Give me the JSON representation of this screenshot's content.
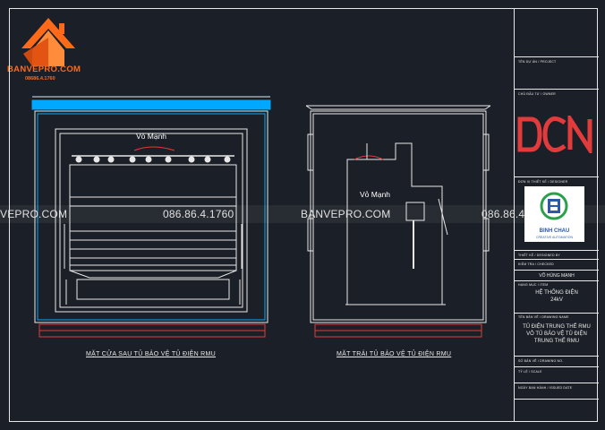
{
  "brand": {
    "name": "BANVEPRO.COM",
    "phone": "08686.4.1760"
  },
  "watermark": {
    "site": "BANVEPRO.COM",
    "phone": "086.86.4.1760",
    "site_partial": "VEPRO.COM"
  },
  "drawing": {
    "view_rear_caption": "MẶT CỬA SAU TỦ BẢO VỆ TỦ ĐIỆN RMU",
    "view_side_caption": "MẶT TRÁI TỦ BẢO VỆ TỦ ĐIỆN RMU",
    "rear_label": "Vỏ Mạnh",
    "side_label": "Vỏ Mạnh"
  },
  "title_block": {
    "row1": "TÊN DỰ ÁN / PROJECT",
    "row2": "CHỦ ĐẦU TƯ / OWNER",
    "row3": "ĐƠN VỊ THIẾT KẾ / DESIGNER",
    "dcn_logo": "DCN",
    "contractor_name": "BINH CHAU",
    "contractor_sub": "CREATIVE AUTOMATION",
    "row_design": "THIẾT KẾ / DESIGNED BY",
    "row_check": "KIỂM TRA / CHECKED",
    "designer_name": "VÕ HÙNG MẠNH",
    "row_item": "HẠNG MỤC / ITEM",
    "item_value": "HỆ THỐNG ĐIỆN 24kV",
    "row_drawing": "TÊN BẢN VẼ / DRAWING NAME",
    "drawing_value": "TỦ ĐIỆN TRUNG THẾ RMU VỎ TỦ BẢO VỆ TỦ ĐIỆN TRUNG THẾ RMU",
    "row_no": "SỐ BẢN VẼ / DRAWING NO.",
    "row_scale": "TỶ LỆ / SCALE",
    "row_date": "NGÀY BAN HÀNH / ISSUED DATE"
  },
  "colors": {
    "accent": "#ff6a1a",
    "frame": "#00a8ff",
    "red": "#e23b3b"
  }
}
